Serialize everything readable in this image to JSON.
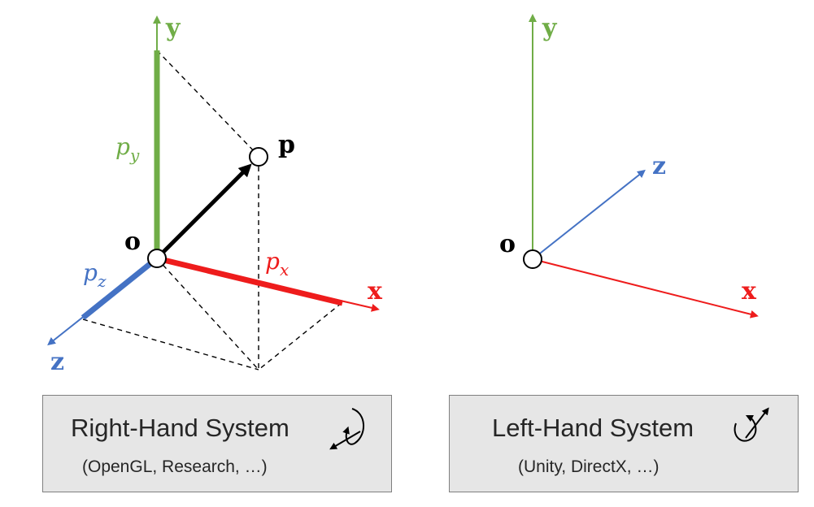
{
  "colors": {
    "x_axis": "#ee1c1c",
    "y_axis": "#70ad47",
    "z_axis": "#4472c4",
    "vector": "#000000",
    "guide": "#000000",
    "caption_bg": "#e6e6e6",
    "caption_border": "#7f7f7f"
  },
  "right_system": {
    "axes": {
      "x": "x",
      "y": "y",
      "z": "z"
    },
    "origin_label": "o",
    "point_label": "p",
    "components": {
      "px_base": "p",
      "px_sub": "x",
      "py_base": "p",
      "py_sub": "y",
      "pz_base": "p",
      "pz_sub": "z"
    },
    "caption_title": "Right-Hand System",
    "caption_sub": "(OpenGL, Research, …)",
    "rotation_icon": "counterclockwise-rotation-icon"
  },
  "left_system": {
    "axes": {
      "x": "x",
      "y": "y",
      "z": "z"
    },
    "origin_label": "o",
    "caption_title": "Left-Hand System",
    "caption_sub": "(Unity, DirectX, …)",
    "rotation_icon": "clockwise-rotation-icon"
  }
}
